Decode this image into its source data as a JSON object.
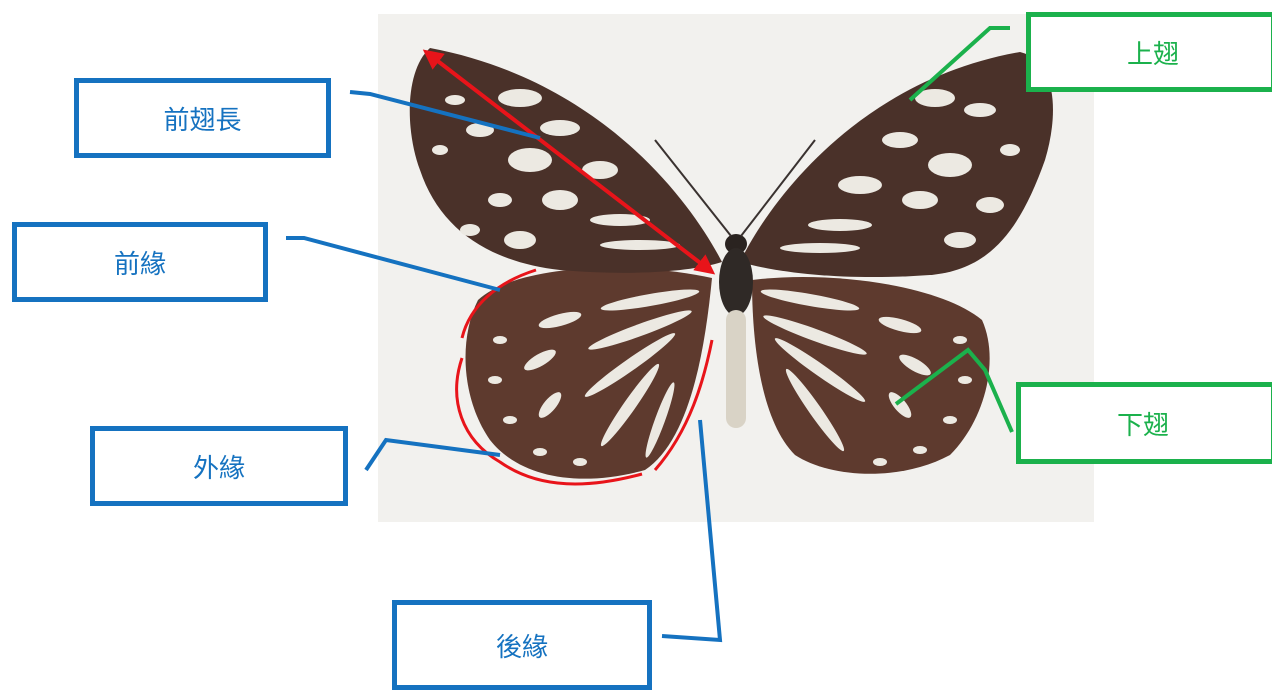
{
  "labels": {
    "forewing_length": "前翅長",
    "costa": "前緣",
    "outer_margin": "外緣",
    "inner_margin": "後緣",
    "forewing": "上翅",
    "hindwing": "下翅"
  },
  "colors": {
    "blue_label": "#1572c0",
    "green_label": "#1bb14c",
    "red_annotation": "#e8141a",
    "wing_dark": "#4a3129",
    "hindwing_brown": "#5e3a2e",
    "wing_spot": "#ece9e2"
  }
}
